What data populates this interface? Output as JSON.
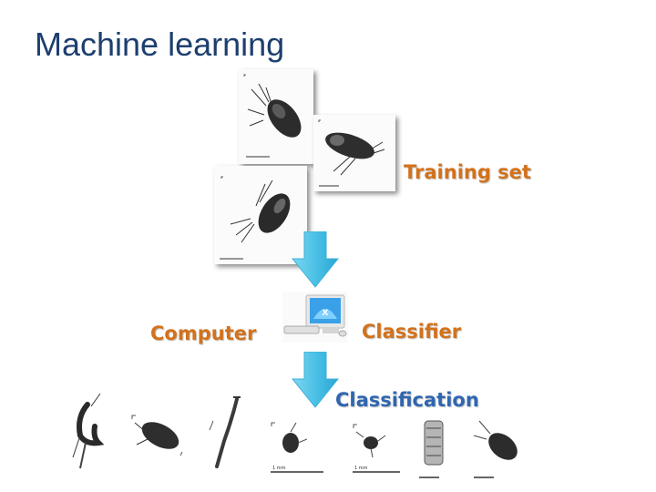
{
  "title": "Machine learning",
  "labels": {
    "training_set": "Training set",
    "computer": "Computer",
    "classifier": "Classifier",
    "classification": "Classification"
  },
  "colors": {
    "title": "#1d3f6e",
    "orange_label": "#d2721c",
    "blue_label": "#2f66b0",
    "arrow": "#4cc1e6"
  },
  "icons": [
    "crustacean-specimen",
    "down-arrow",
    "computer-icon"
  ]
}
